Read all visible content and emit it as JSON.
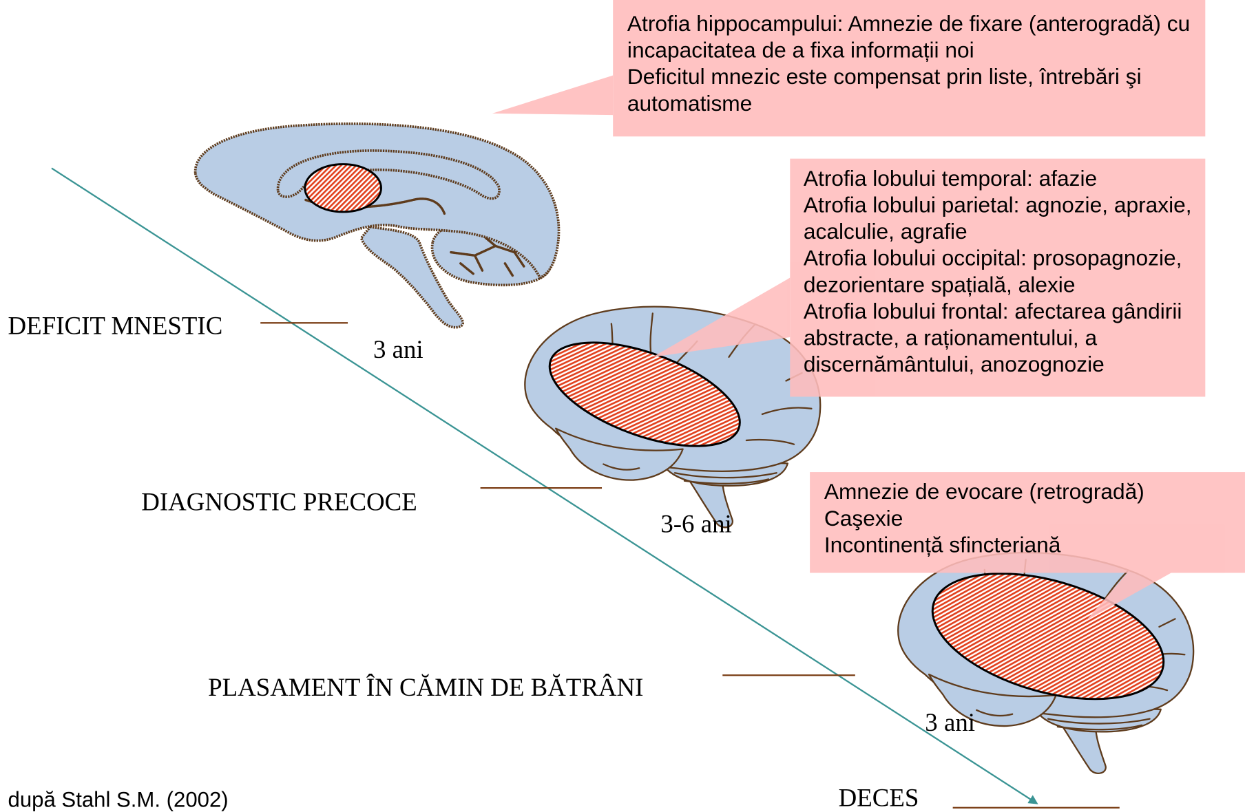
{
  "colors": {
    "callout_fill": "#ffbdbd",
    "brain_fill": "#b9cde5",
    "brain_outline": "#5e3b1c",
    "lesion_hatch": "#e2401d",
    "timeline": "#3a9494",
    "stage_marker": "#7a3d14"
  },
  "callouts": [
    {
      "lines": [
        "Atrofia hippocampului: Amnezie de fixare (anterogradă) cu",
        "incapacitatea de a fixa informații noi",
        "Deficitul mnezic este compensat prin liste, întrebări şi",
        "automatisme"
      ]
    },
    {
      "lines": [
        "Atrofia lobului temporal: afazie",
        "Atrofia lobului parietal: agnozie, apraxie,",
        "acalculie, agrafie",
        "Atrofia lobului occipital: prosopagnozie,",
        "dezorientare spațială, alexie",
        "Atrofia lobului frontal: afectarea gândirii",
        "abstracte, a raționamentului, a",
        "discernământului, anozognozie"
      ]
    },
    {
      "lines": [
        "Amnezie de evocare (retrogradă)",
        "Caşexie",
        "Incontinență sfincteriană"
      ]
    }
  ],
  "stages": [
    "DEFICIT MNESTIC",
    "DIAGNOSTIC PRECOCE",
    "PLASAMENT ÎN CĂMIN DE BĂTRÂNI",
    "DECES"
  ],
  "intervals": [
    "3 ani",
    "3-6 ani",
    "3 ani"
  ],
  "citation": "după Stahl S.M. (2002)"
}
